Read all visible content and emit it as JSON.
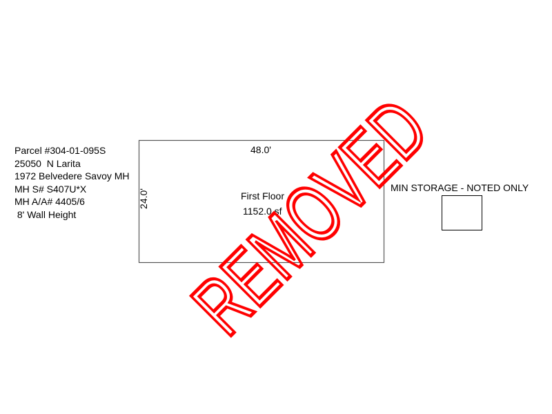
{
  "info_lines": [
    "Parcel #304-01-095S",
    "25050  N Larita",
    "1972 Belvedere Savoy MH",
    "MH S# S407U*X",
    "MH A/A# 4405/6",
    " 8' Wall Height"
  ],
  "floor": {
    "width_label": "48.0'",
    "depth_label": "24.0'",
    "name": "First Floor",
    "area": "1152.0 sf"
  },
  "storage": {
    "label": "MIN STORAGE - NOTED ONLY"
  },
  "stamp": {
    "text": "REMOVED",
    "color": "#ff0000"
  }
}
